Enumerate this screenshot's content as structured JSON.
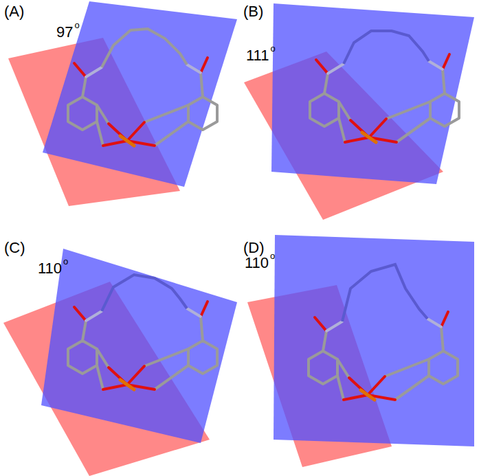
{
  "diagram": {
    "labels": [
      "(A)",
      "97",
      "o",
      "(B)",
      "111",
      "o",
      "(C)",
      "110",
      "o",
      "(D)",
      "110",
      "o"
    ]
  }
}
